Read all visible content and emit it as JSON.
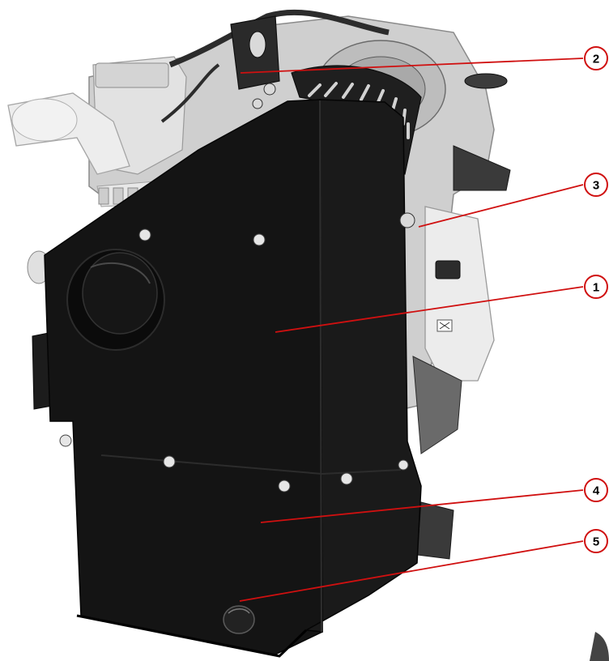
{
  "colors": {
    "callout": "#d01010",
    "cover": "#141414",
    "cover_edge": "#2a2a2a",
    "engine_light": "#d9d9d9",
    "engine_mid": "#9a9a9a",
    "engine_dark": "#3a3a3a",
    "bolt": "#e6e6e6"
  },
  "callouts": [
    {
      "id": "1",
      "label": "1"
    },
    {
      "id": "2",
      "label": "2"
    },
    {
      "id": "3",
      "label": "3"
    },
    {
      "id": "4",
      "label": "4"
    },
    {
      "id": "5",
      "label": "5"
    }
  ]
}
